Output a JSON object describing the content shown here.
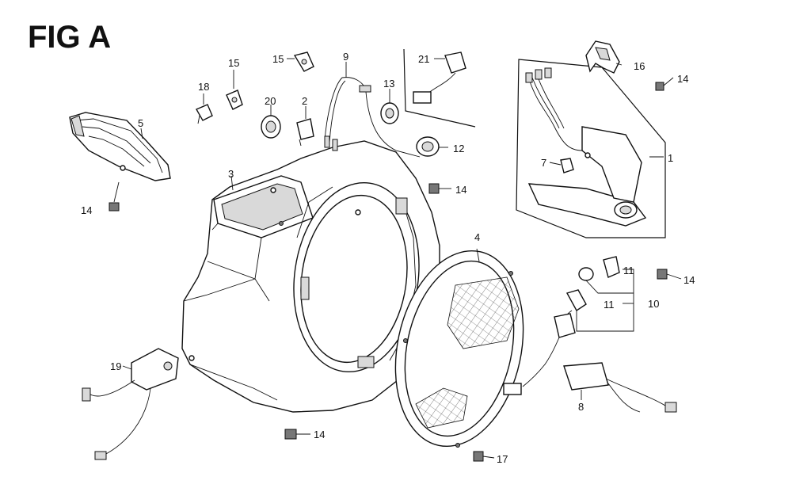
{
  "figure": {
    "title": "FIG A",
    "callouts": [
      {
        "id": "c1",
        "text": "1"
      },
      {
        "id": "c2",
        "text": "2"
      },
      {
        "id": "c3",
        "text": "3"
      },
      {
        "id": "c4",
        "text": "4"
      },
      {
        "id": "c5",
        "text": "5"
      },
      {
        "id": "c7",
        "text": "7"
      },
      {
        "id": "c8",
        "text": "8"
      },
      {
        "id": "c9",
        "text": "9"
      },
      {
        "id": "c10",
        "text": "10"
      },
      {
        "id": "c11a",
        "text": "11"
      },
      {
        "id": "c11b",
        "text": "11"
      },
      {
        "id": "c12",
        "text": "12"
      },
      {
        "id": "c13",
        "text": "13"
      },
      {
        "id": "c14a",
        "text": "14"
      },
      {
        "id": "c14b",
        "text": "14"
      },
      {
        "id": "c14c",
        "text": "14"
      },
      {
        "id": "c14d",
        "text": "14"
      },
      {
        "id": "c14e",
        "text": "14"
      },
      {
        "id": "c15a",
        "text": "15"
      },
      {
        "id": "c15b",
        "text": "15"
      },
      {
        "id": "c16",
        "text": "16"
      },
      {
        "id": "c17",
        "text": "17"
      },
      {
        "id": "c18",
        "text": "18"
      },
      {
        "id": "c19",
        "text": "19"
      },
      {
        "id": "c20",
        "text": "20"
      },
      {
        "id": "c21",
        "text": "21"
      }
    ]
  }
}
